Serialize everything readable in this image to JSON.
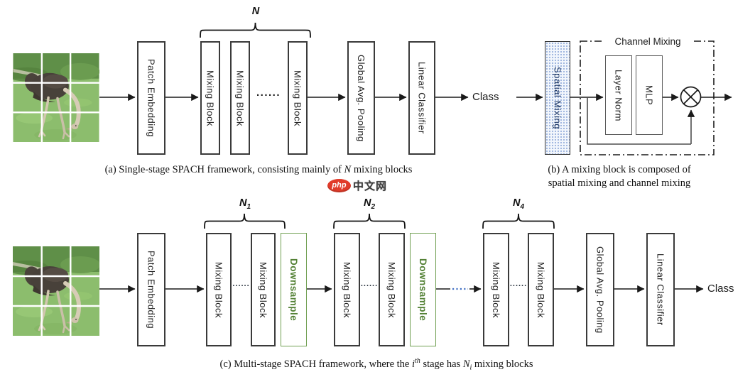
{
  "labels": {
    "patch_embedding": "Patch Embedding",
    "mixing_block": "Mixing Block",
    "global_avg_pooling": "Global Avg. Pooling",
    "linear_classifier": "Linear Classifier",
    "class_output": "Class",
    "downsample": "Downsample",
    "spatial_mixing": "Spatial Mixing",
    "channel_mixing": "Channel Mixing",
    "layer_norm": "Layer Norm",
    "mlp": "MLP",
    "ellipsis_dots": "......"
  },
  "stage_counts": {
    "a_n": "N",
    "c1_base": "N",
    "c1_sub": "1",
    "c2_base": "N",
    "c2_sub": "2",
    "c4_base": "N",
    "c4_sub": "4"
  },
  "captions": {
    "a_prefix": "(a) Single-stage SPACH framework, consisting mainly of ",
    "a_var": "N",
    "a_suffix": " mixing blocks",
    "b_line1": "(b) A mixing block is composed of",
    "b_line2": "spatial mixing and channel mixing",
    "c_prefix": "(c) Multi-stage SPACH framework, where the ",
    "c_var_i": "i",
    "c_sup": "th",
    "c_mid": " stage has ",
    "c_var_n": "N",
    "c_sub_i": "i",
    "c_suffix": " mixing blocks"
  },
  "watermark": {
    "logo_text": "php",
    "site_text": "中文网"
  },
  "colors": {
    "downsample_green": "#538135",
    "spatial_mixing_fill_blue": "#87a3d6",
    "spatial_mixing_text_navy": "#1f3864",
    "connector_dotted_blue": "#4472c4",
    "watermark_red": "#e13b2a",
    "line_black": "#1a1a1a"
  }
}
